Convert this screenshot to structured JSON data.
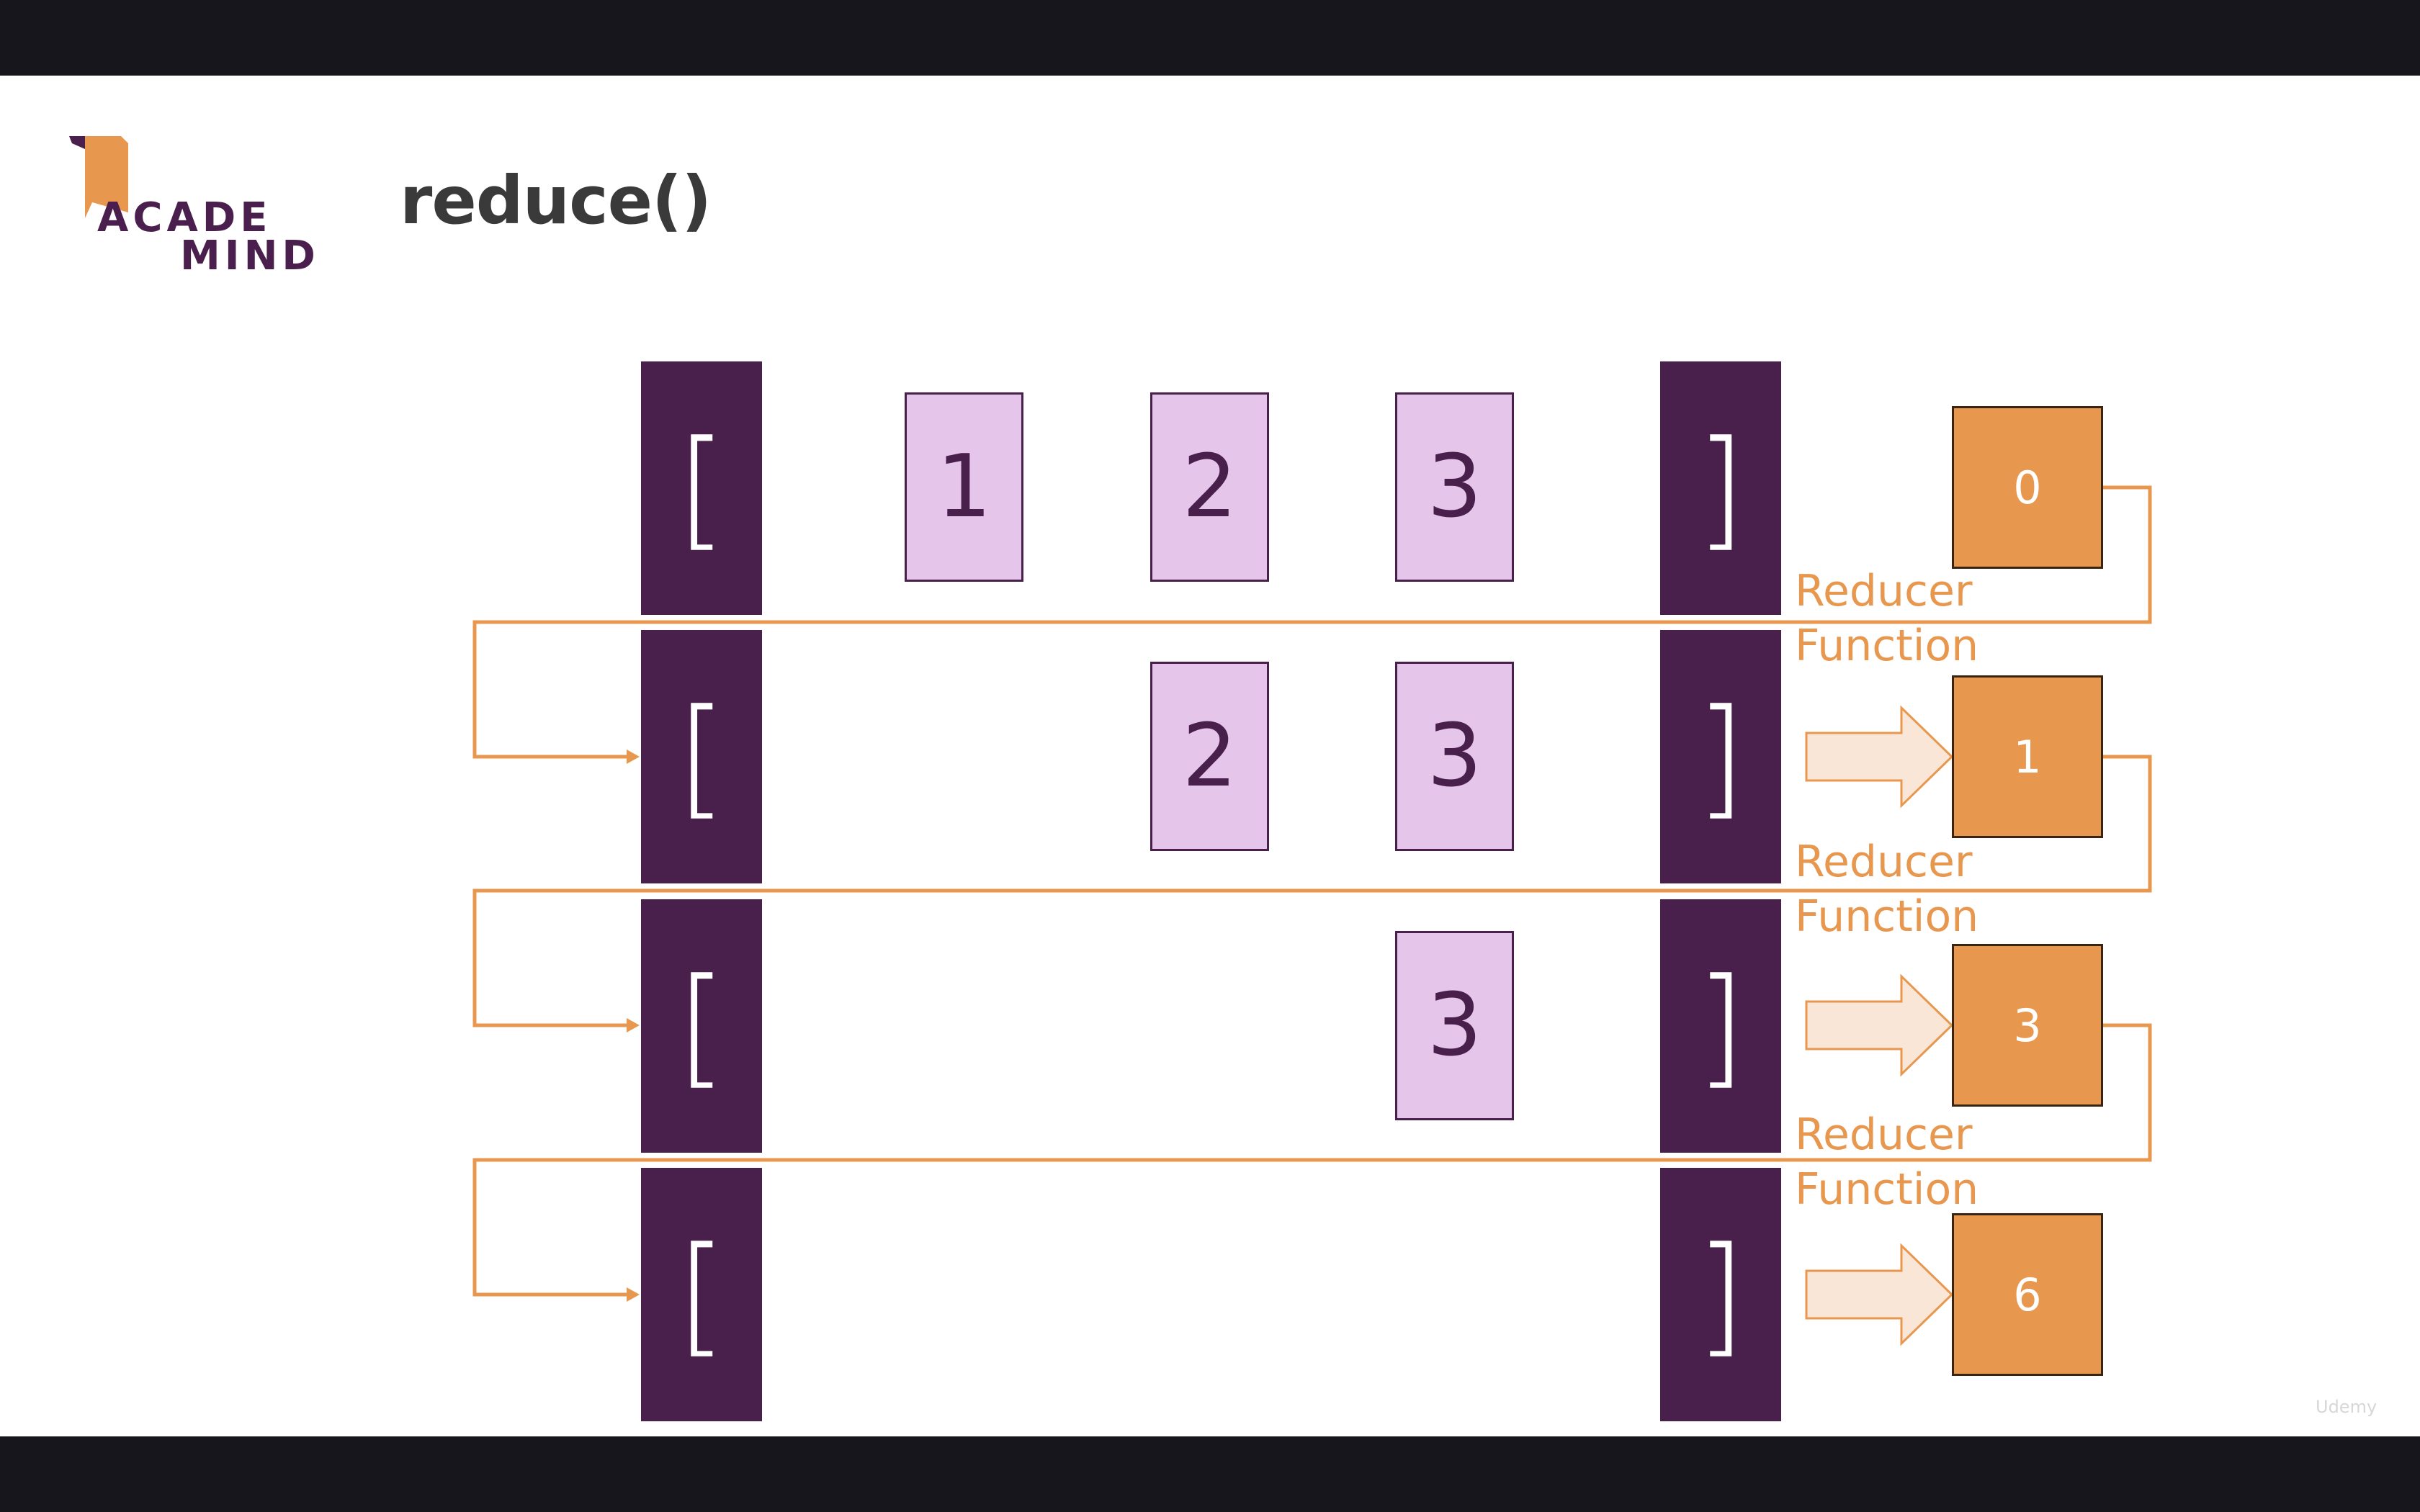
{
  "title": "reduce()",
  "logo": {
    "line1": "ACADE",
    "line2": "MIND"
  },
  "brackets": {
    "open": "[",
    "close": "]"
  },
  "rows": [
    {
      "cells": [
        "1",
        "2",
        "3"
      ],
      "accumulator": "0"
    },
    {
      "cells": [
        "",
        "2",
        "3"
      ],
      "accumulator": "1"
    },
    {
      "cells": [
        "",
        "",
        "3"
      ],
      "accumulator": "3"
    },
    {
      "cells": [
        "",
        "",
        ""
      ],
      "accumulator": "6"
    }
  ],
  "reducer_labels": [
    {
      "line1": "Reducer",
      "line2": "Function"
    },
    {
      "line1": "Reducer",
      "line2": "Function"
    },
    {
      "line1": "Reducer",
      "line2": "Function"
    }
  ],
  "watermark": "Udemy",
  "colors": {
    "bracket": "#48204b",
    "cell": "#e5c5ea",
    "accumulator": "#e8974e",
    "flow": "#e8974e",
    "arrow_fill": "#f9e6d6"
  }
}
